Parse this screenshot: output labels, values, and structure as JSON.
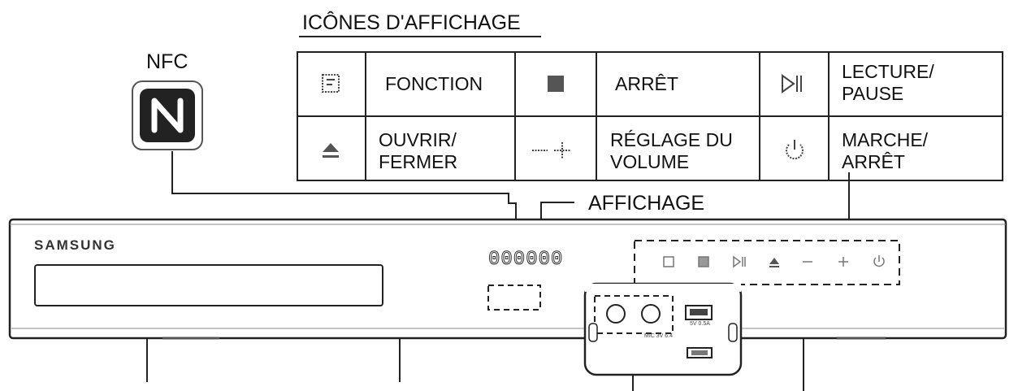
{
  "diagram": {
    "heading": "ICÔNES D'AFFICHAGE",
    "nfc_label": "NFC",
    "display_label": "AFFICHAGE",
    "brand": "SAMSUNG",
    "display_digits": "000000",
    "port_label_mic": "MIC 3V 6.4",
    "port_label_usb": "5V 0.5A",
    "icon_table": {
      "rows": [
        [
          {
            "icon": "function-icon",
            "label": "FONCTION"
          },
          {
            "icon": "stop-icon",
            "label": "ARRÊT"
          },
          {
            "icon": "play-pause-icon",
            "label": "LECTURE/\nPAUSE"
          }
        ],
        [
          {
            "icon": "eject-icon",
            "label": "OUVRIR/\nFERMER"
          },
          {
            "icon": "volume-minus-plus-icon",
            "label": "RÉGLAGE DU\nVOLUME"
          },
          {
            "icon": "power-icon",
            "label": "MARCHE/\nARRÊT"
          }
        ]
      ]
    }
  }
}
